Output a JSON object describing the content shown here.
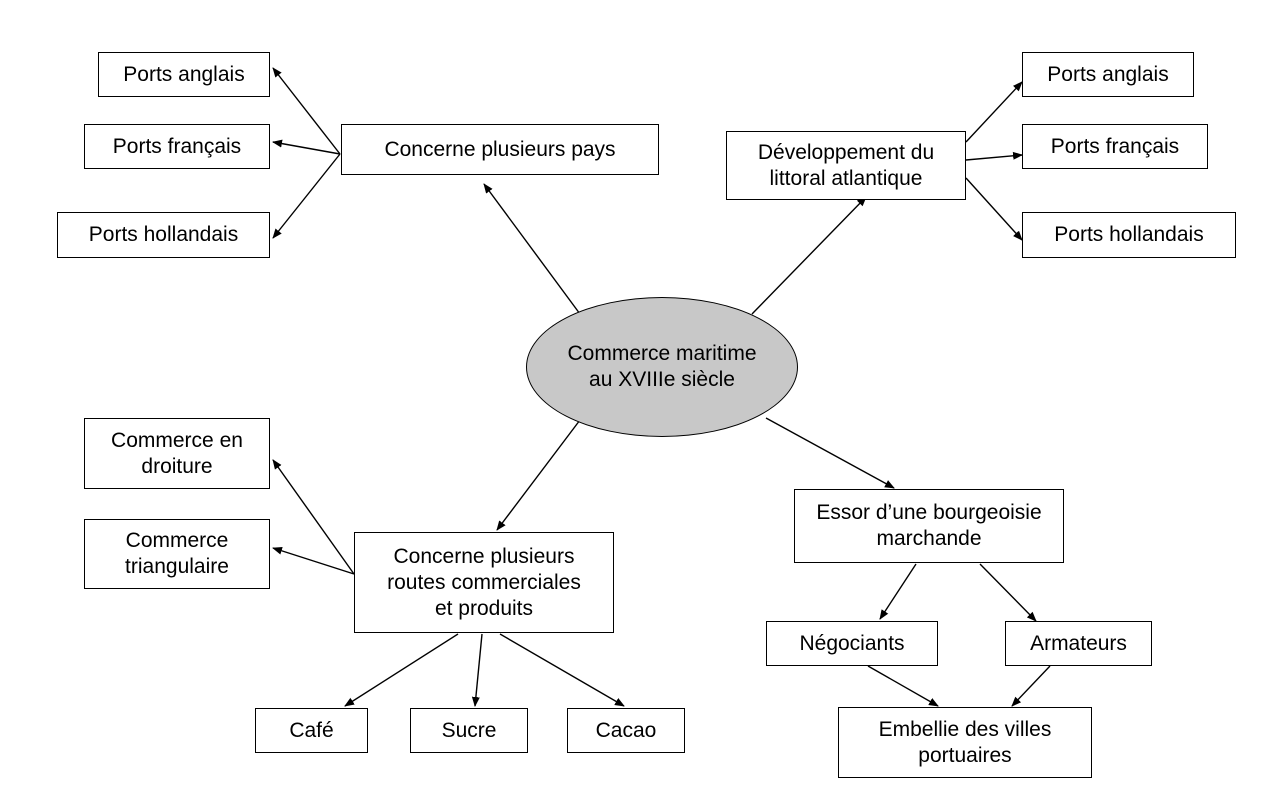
{
  "center": "Commerce maritime\nau XVIIIe siècle",
  "pays": {
    "label": "Concerne plusieurs pays",
    "items": [
      "Ports anglais",
      "Ports français",
      "Ports hollandais"
    ]
  },
  "littoral": {
    "label": "Développement du\nlittoral atlantique",
    "items": [
      "Ports anglais",
      "Ports français",
      "Ports hollandais"
    ]
  },
  "routes": {
    "label": "Concerne plusieurs\nroutes commerciales\net produits",
    "types": [
      "Commerce en\ndroiture",
      "Commerce\ntriangulaire"
    ],
    "products": [
      "Café",
      "Sucre",
      "Cacao"
    ]
  },
  "bourgeoisie": {
    "label": "Essor d’une bourgeoisie\nmarchande",
    "actors": [
      "Négociants",
      "Armateurs"
    ],
    "result": "Embellie des villes\nportuaires"
  }
}
